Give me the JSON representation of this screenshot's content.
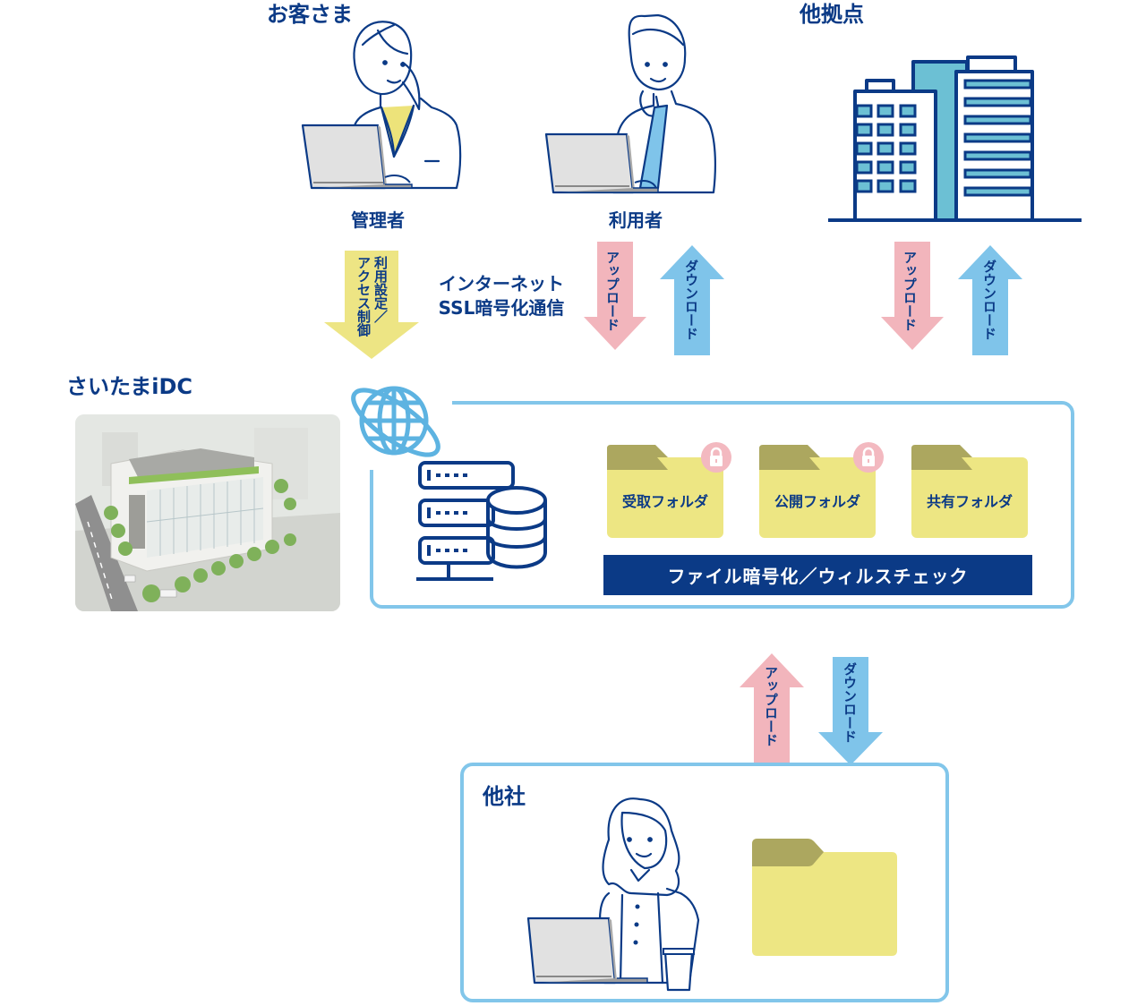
{
  "sections": {
    "customer": "お客さま",
    "branch": "他拠点",
    "idc": "さいたまiDC",
    "other_company": "他社"
  },
  "roles": {
    "admin": "管理者",
    "user": "利用者"
  },
  "arrows": {
    "admin_control": "利用設定／アクセス制御",
    "admin_control_line1": "利用設定／",
    "admin_control_line2": "アクセス制御",
    "upload": "アップロード",
    "download": "ダウンロード"
  },
  "internet": {
    "line1": "インターネット",
    "line2": "SSL暗号化通信"
  },
  "folders": [
    {
      "label": "受取フォルダ",
      "locked": true
    },
    {
      "label": "公開フォルダ",
      "locked": true
    },
    {
      "label": "共有フォルダ",
      "locked": false
    }
  ],
  "banner": "ファイル暗号化／ウィルスチェック",
  "icons": {
    "globe": "globe-icon",
    "server": "server-database-icon",
    "lock": "lock-icon",
    "building": "office-building-icon",
    "folder": "folder-icon"
  },
  "colors": {
    "navy": "#0b3a86",
    "highlight_yellow": "#ede37a",
    "folder_yellow": "#ede683",
    "folder_tab": "#aca75f",
    "upload_pink": "#f2b5bc",
    "download_blue": "#7fc4ea",
    "control_yellow": "#ede584",
    "box_border": "#82c6ea",
    "building_teal": "#6cc0d4"
  }
}
